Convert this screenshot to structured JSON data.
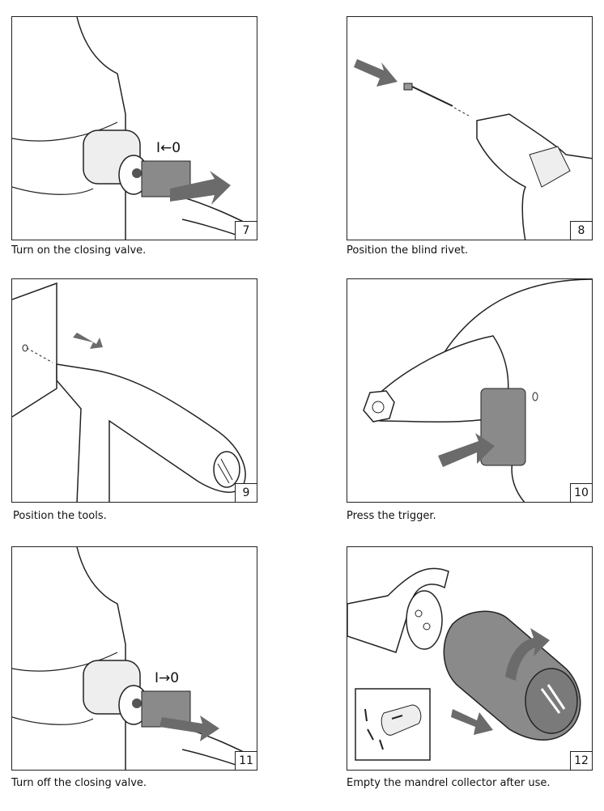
{
  "steps": [
    {
      "number": "7",
      "caption": "Turn on the closing valve.",
      "valve_label": "I←0"
    },
    {
      "number": "8",
      "caption": "Position the blind rivet."
    },
    {
      "number": "9",
      "caption": "Position the tools."
    },
    {
      "number": "10",
      "caption": "Press the trigger."
    },
    {
      "number": "11",
      "caption": "Turn off the closing valve.",
      "valve_label": "I→0"
    },
    {
      "number": "12",
      "caption": "Empty the mandrel collector after use."
    }
  ],
  "colors": {
    "line": "#222222",
    "arrow": "#6b6b6b",
    "grey": "#8a8a8a",
    "light": "#d9d9d9"
  }
}
